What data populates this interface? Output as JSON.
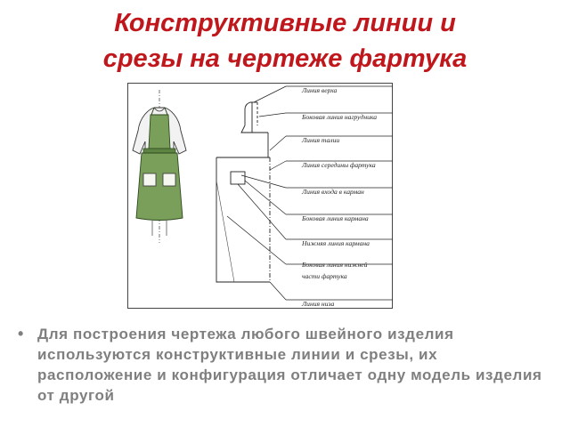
{
  "slide": {
    "title_line1": "Конструктивные линии и",
    "title_line2": "срезы на чертеже фартука",
    "bullet_text": "Для построения чертежа любого швейного изделия используются конструктивные линии и срезы, их расположение и конфигурация отличает одну модель  изделия от другой",
    "bullet_symbol": "•"
  },
  "diagram": {
    "labels": {
      "top": "Линия верха",
      "bib_side": "Боковая линия нагрудника",
      "waist": "Линия талии",
      "apron_middle": "Линия середины фартука",
      "pocket_entry": "Линия входа в карман",
      "pocket_side": "Боковая линия кармана",
      "pocket_bottom": "Нижняя линия кармана",
      "lower_side_1": "Боковая линия нижней",
      "lower_side_2": "части фартука",
      "hem": "Линия низа"
    }
  },
  "colors": {
    "title": "#c0171c",
    "bullet_text": "#7f7f7f",
    "apron_fill": "#7a9f5a",
    "line": "#222222"
  }
}
